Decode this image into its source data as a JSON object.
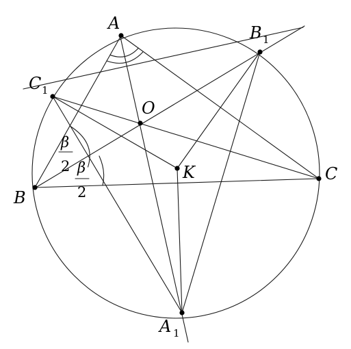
{
  "diagram": {
    "points": {
      "A": {
        "label": "A"
      },
      "B": {
        "label": "B"
      },
      "C": {
        "label": "C"
      },
      "A1": {
        "label": "A",
        "sub": "1"
      },
      "B1": {
        "label": "B",
        "sub": "1"
      },
      "C1": {
        "label": "C",
        "sub": "1"
      },
      "O": {
        "label": "O"
      },
      "K": {
        "label": "K"
      }
    },
    "angle_label_upper": {
      "numerator": "β",
      "denominator": "2"
    },
    "angle_label_lower": {
      "numerator": "β",
      "denominator": "2"
    }
  }
}
